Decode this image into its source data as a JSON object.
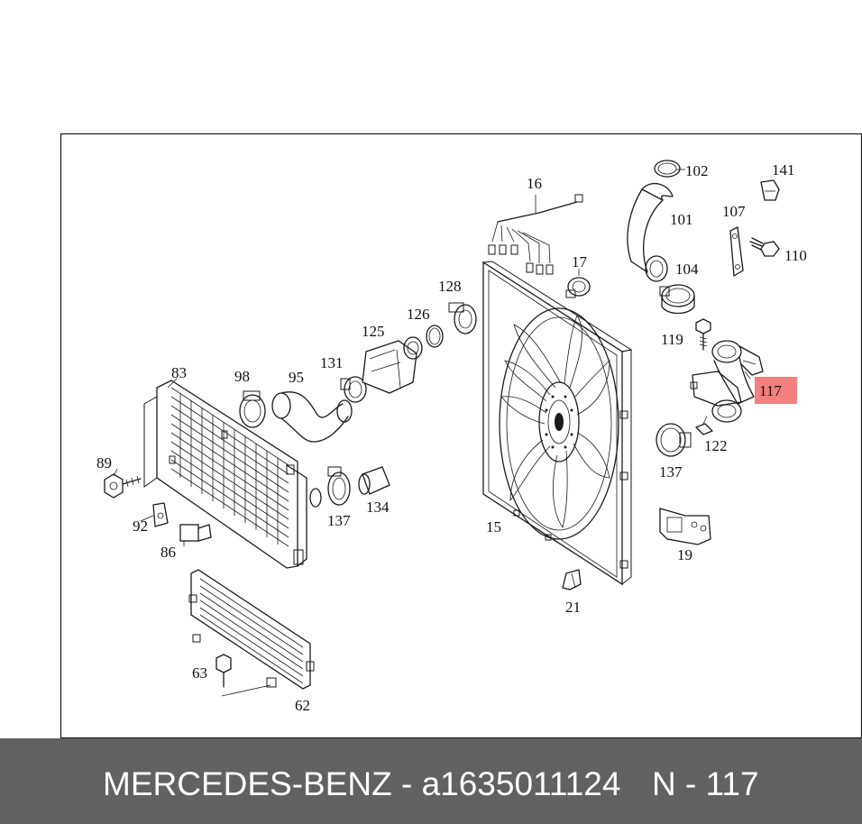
{
  "diagram": {
    "highlight_color": "#f47f7f",
    "highlighted_part": "117",
    "labels": {
      "p15": "15",
      "p16": "16",
      "p17": "17",
      "p19": "19",
      "p21": "21",
      "p62": "62",
      "p63": "63",
      "p83": "83",
      "p86": "86",
      "p89": "89",
      "p92": "92",
      "p95": "95",
      "p98": "98",
      "p101": "101",
      "p102": "102",
      "p104": "104",
      "p107": "107",
      "p110": "110",
      "p117": "117",
      "p119": "119",
      "p122": "122",
      "p125": "125",
      "p126": "126",
      "p128": "128",
      "p131": "131",
      "p134": "134",
      "p137a": "137",
      "p137b": "137",
      "p141": "141"
    }
  },
  "footer": {
    "part_text": "MERCEDES-BENZ - a1635011124",
    "number_text": "N - 117",
    "background": "#616161"
  }
}
